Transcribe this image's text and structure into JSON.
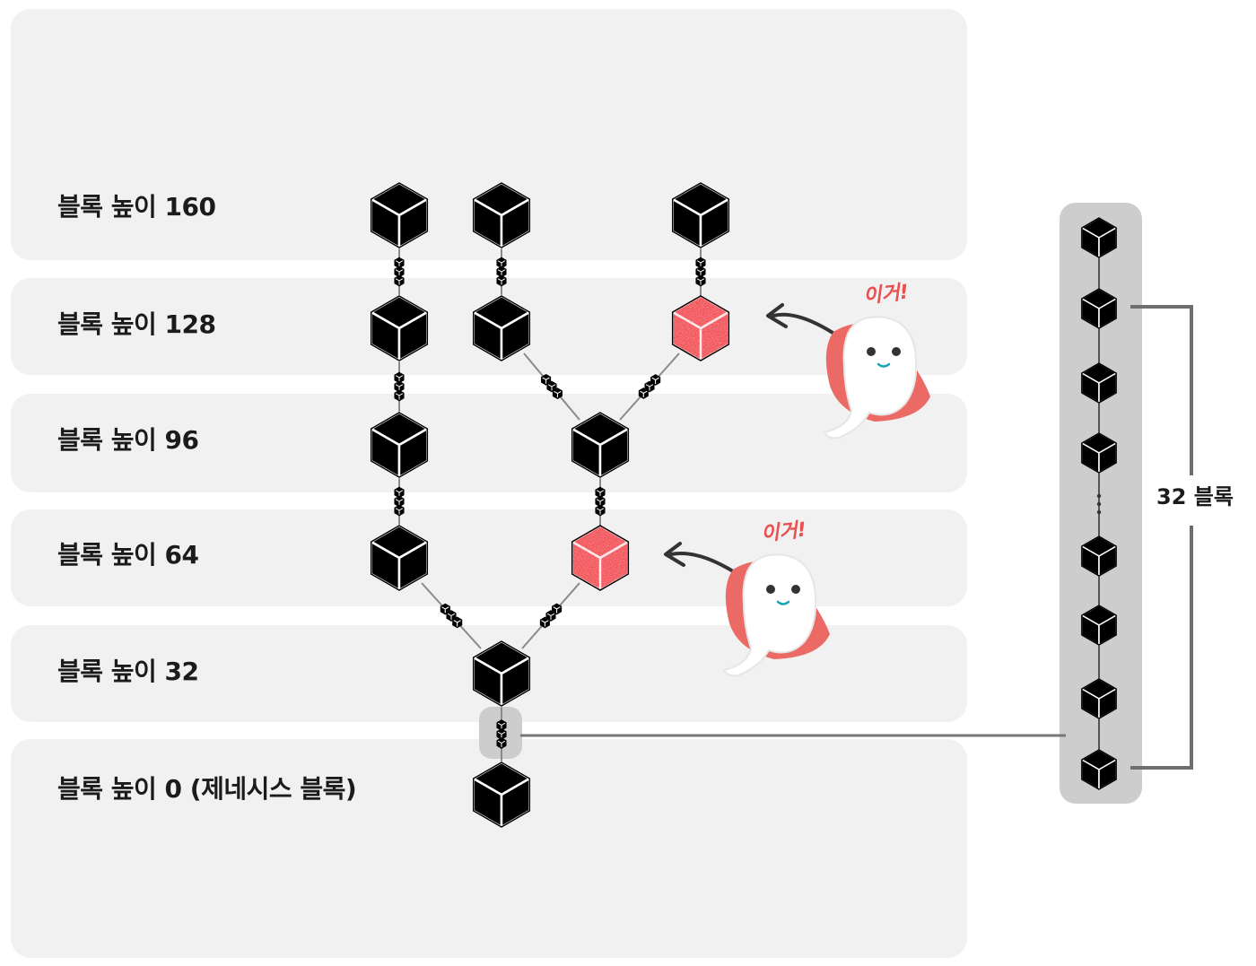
{
  "rows": [
    {
      "label": "블록 높이 160"
    },
    {
      "label": "블록 높이 128"
    },
    {
      "label": "블록 높이 96"
    },
    {
      "label": "블록 높이 64"
    },
    {
      "label": "블록 높이 32"
    },
    {
      "label": "블록 높이 0 (제네시스 블록)"
    }
  ],
  "side_chain": {
    "span_label": "32 블록"
  },
  "callouts": [
    "이거!",
    "이거!"
  ],
  "colors": {
    "band": "#f1f1f1",
    "block": "#000000",
    "highlight": "#ee3b3b",
    "ghost_accent": "#ec6a66",
    "side_panel": "#cdcdcd"
  }
}
